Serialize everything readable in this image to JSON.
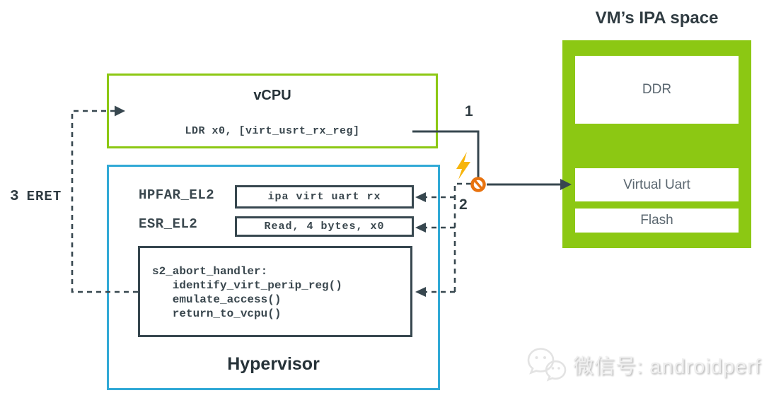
{
  "colors": {
    "green": "#8cc813",
    "blue": "#31a9d6",
    "dark_slate": "#37474f",
    "orange": "#e8720e",
    "lightning_yellow": "#f7b50c"
  },
  "vcpu": {
    "title": "vCPU",
    "code": "LDR x0, [virt_usrt_rx_reg]"
  },
  "hypervisor": {
    "title": "Hypervisor",
    "registers": [
      {
        "name": "HPFAR_EL2",
        "value": "ipa virt uart rx"
      },
      {
        "name": "ESR_EL2",
        "value": "Read, 4 bytes, x0"
      }
    ],
    "handler_code": [
      "s2_abort_handler:",
      "   identify_virt_perip_reg()",
      "   emulate_access()",
      "   return_to_vcpu()"
    ]
  },
  "vm_ipa": {
    "title": "VM’s IPA space",
    "regions": [
      {
        "label": "DDR"
      },
      {
        "label": "Virtual Uart"
      },
      {
        "label": "Flash"
      }
    ]
  },
  "annotations": {
    "step1": "1",
    "step2": "2",
    "step3": "3",
    "eret": "ERET"
  },
  "icons": {
    "fault_lightning": "lightning-icon",
    "fault_marker": "blocked-circle-icon",
    "watermark_logo": "wechat-icon"
  },
  "watermark": {
    "text": "微信号: androidperf"
  }
}
